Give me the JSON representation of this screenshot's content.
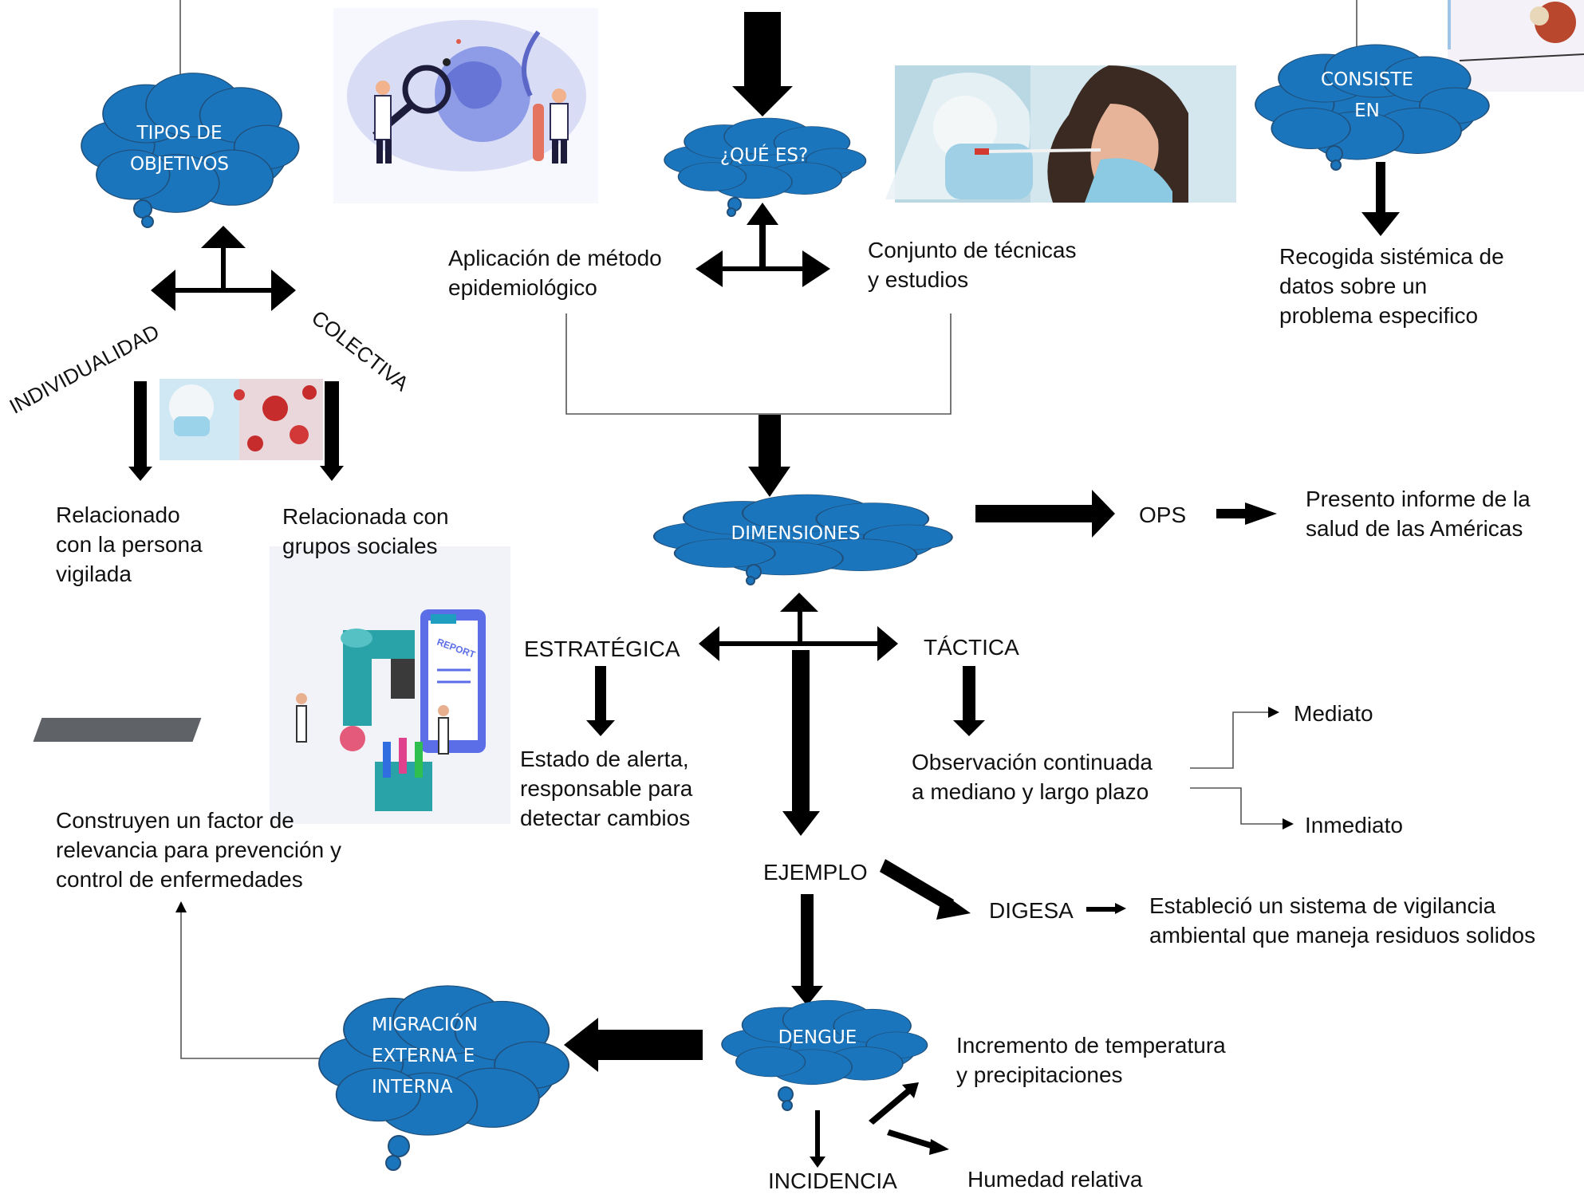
{
  "clouds": {
    "tipos": "TIPOS DE\nOBJETIVOS",
    "que_es": "¿QUÉ ES?",
    "consiste": "CONSISTE\nEN",
    "dimensiones": "DIMENSIONES",
    "dengue": "DENGUE",
    "migracion": "MIGRACIÓN\nEXTERNA E\nINTERNA"
  },
  "labels": {
    "aplicacion": "Aplicación de método\nepidemiológico",
    "conjunto": "Conjunto de técnicas\ny estudios",
    "recogida": "Recogida sistémica de\ndatos sobre un\nproblema especifico",
    "individualidad": "INDIVIDUALIDAD",
    "colectiva": "COLECTIVA",
    "relacionado": "Relacionado\ncon la persona\nvigilada",
    "relacionada": "Relacionada con\ngrupos sociales",
    "construyen": "Construyen un factor de\nrelevancia para prevención y\ncontrol de enfermedades",
    "ops": "OPS",
    "presento": "Presento informe de la\nsalud de las Américas",
    "estrategica": "ESTRATÉGICA",
    "tactica": "TÁCTICA",
    "estado": "Estado de alerta,\nresponsable para\ndetectar cambios",
    "observacion": "Observación continuada\na mediano y largo plazo",
    "mediato": "Mediato",
    "inmediato": "Inmediato",
    "ejemplo": "EJEMPLO",
    "digesa": "DIGESA",
    "establecio": "Estableció un sistema de vigilancia\nambiental que maneja residuos solidos",
    "incremento": "Incremento de temperatura\ny precipitaciones",
    "humedad": "Humedad relativa",
    "incidencia": "INCIDENCIA"
  },
  "illustrations": {
    "report_badge": "REPORT"
  },
  "colors": {
    "cloud_fill": "#1b75bc",
    "cloud_stroke": "#1f4f7a",
    "arrow": "#000000",
    "text": "#111111"
  }
}
